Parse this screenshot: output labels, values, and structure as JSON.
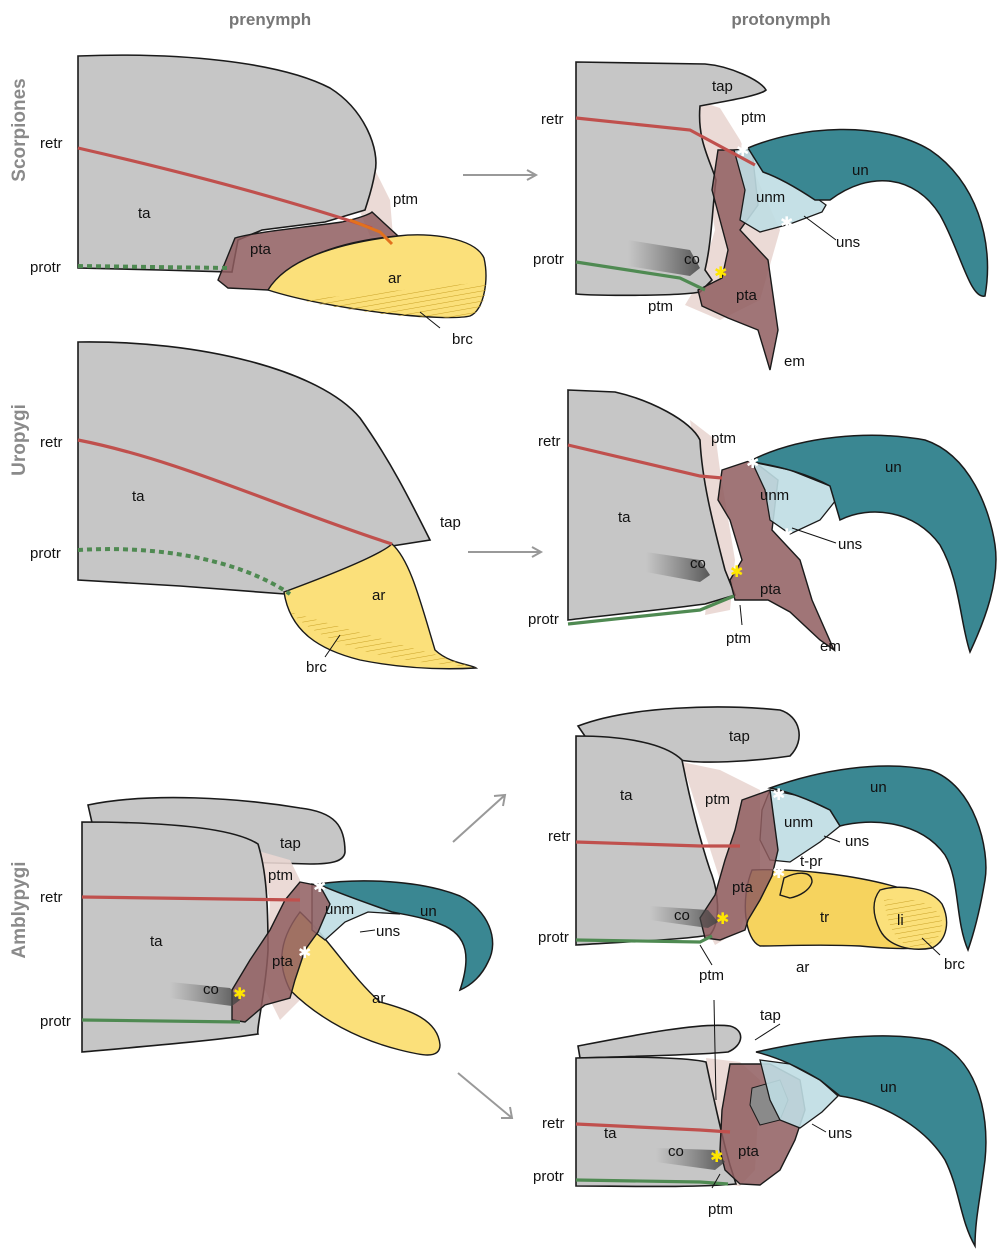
{
  "columns": {
    "left": "prenymph",
    "right": "protonymph"
  },
  "rows": {
    "r1": "Scorpiones",
    "r2": "Uropygi",
    "r3": "Amblypygi"
  },
  "labels": {
    "retr": "retr",
    "protr": "protr",
    "ta": "ta",
    "tap": "tap",
    "ptm": "ptm",
    "pta": "pta",
    "ar": "ar",
    "brc": "brc",
    "un": "un",
    "unm": "unm",
    "uns": "uns",
    "co": "co",
    "em": "em",
    "tr": "tr",
    "li": "li",
    "tpr": "t-pr"
  },
  "colors": {
    "tarsus": "#c6c6c6",
    "pretarsus": "#8f5d5f",
    "arolium": "#fbe07a",
    "ungues": "#3a8792",
    "ungual_membrane": "#bfdde3",
    "retractor": "#c0504d",
    "protractor": "#4f8a52",
    "membrane": "#e9d6d2"
  }
}
